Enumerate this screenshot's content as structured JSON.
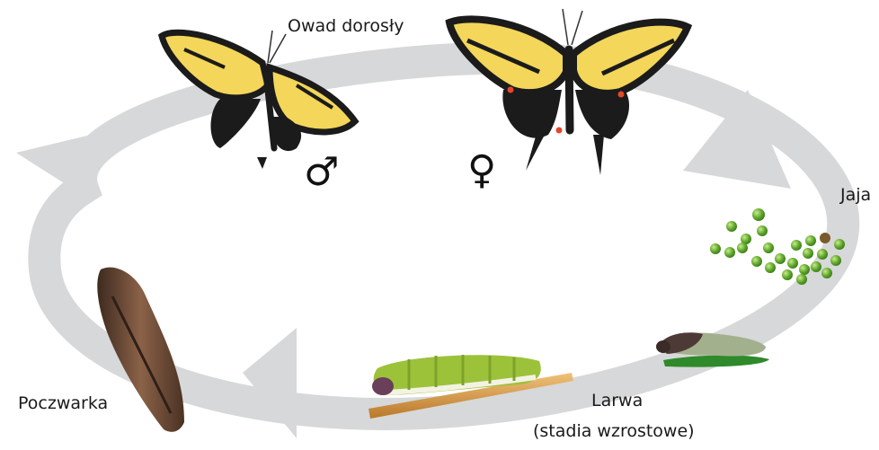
{
  "labels": {
    "adult": "Owad dorosły",
    "eggs": "Jaja",
    "larva": "Larwa",
    "larva_sub": "(stadia wzrostowe)",
    "pupa": "Poczwarka"
  },
  "symbols": {
    "male": "♂",
    "female": "♀"
  },
  "colors": {
    "cycle_arrow": "#d7d8d9",
    "wing_yellow": "#f3d65a",
    "wing_black": "#1b1b1b",
    "egg_green": "#5fa62c",
    "caterpillar_green": "#9cc23a",
    "pupa_brown": "#6e4a36",
    "twig_tan": "#d59a3b"
  }
}
